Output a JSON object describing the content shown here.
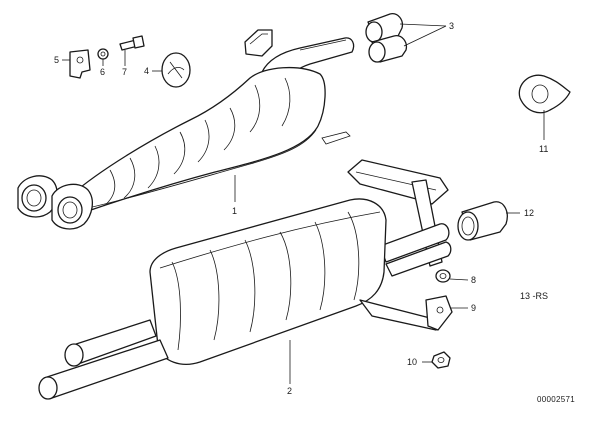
{
  "diagram": {
    "callouts": {
      "c1": "1",
      "c2": "2",
      "c3": "3",
      "c4": "4",
      "c5": "5",
      "c6": "6",
      "c7": "7",
      "c8": "8",
      "c9": "9",
      "c10": "10",
      "c11": "11",
      "c12": "12",
      "c13": "13 -RS"
    },
    "document_id": "00002571"
  }
}
